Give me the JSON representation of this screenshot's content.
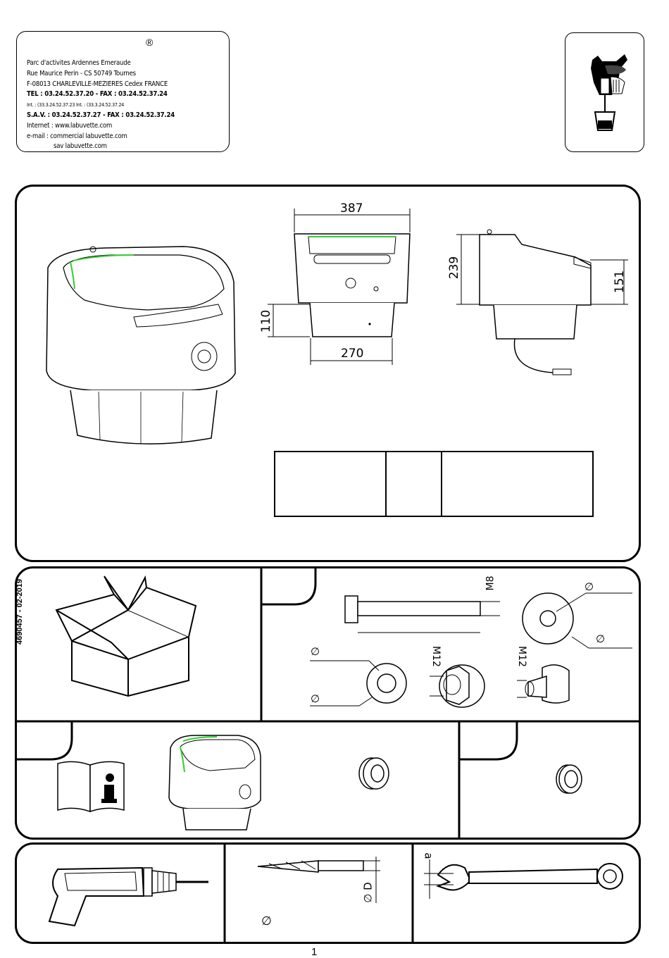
{
  "header": {
    "registered_mark": "®",
    "address_lines": [
      "Parc d'activites Ardennes Emeraude",
      "Rue Maurice Perin - CS 50749 Tournes",
      "F-08013 CHARLEVILLE-MEZIERES Cedex FRANCE",
      "TEL : 03.24.52.37.20 - FAX : 03.24.52.37.24",
      "Int. : (33.3.24.52.37.23        Int. : (33.3.24.52.37.24",
      "S.A.V. : 03.24.52.37.27 - FAX : 03.24.52.37.24",
      "Internet : www.labuvette.com",
      "e-mail : commercial   labuvette.com",
      "sav   labuvette.com"
    ]
  },
  "logo": {
    "icon": "cow-drinking-icon"
  },
  "dimensions": {
    "width_top": "387",
    "height_total": "239",
    "height_side": "151",
    "height_base": "110",
    "width_base": "270"
  },
  "kit": {
    "bolt_thread": "M8",
    "nut_thread_1": "M12",
    "nut_thread_2": "M12",
    "diameter_symbol": "∅",
    "doc_code": "4690457 - 02-2019"
  },
  "tools": {
    "drill_dia": "∅ D",
    "dia_symbol": "∅",
    "wrench_label": "a"
  },
  "footer": {
    "page_number": "1"
  },
  "colors": {
    "accent_green": "#33cc33",
    "line": "#000000"
  }
}
